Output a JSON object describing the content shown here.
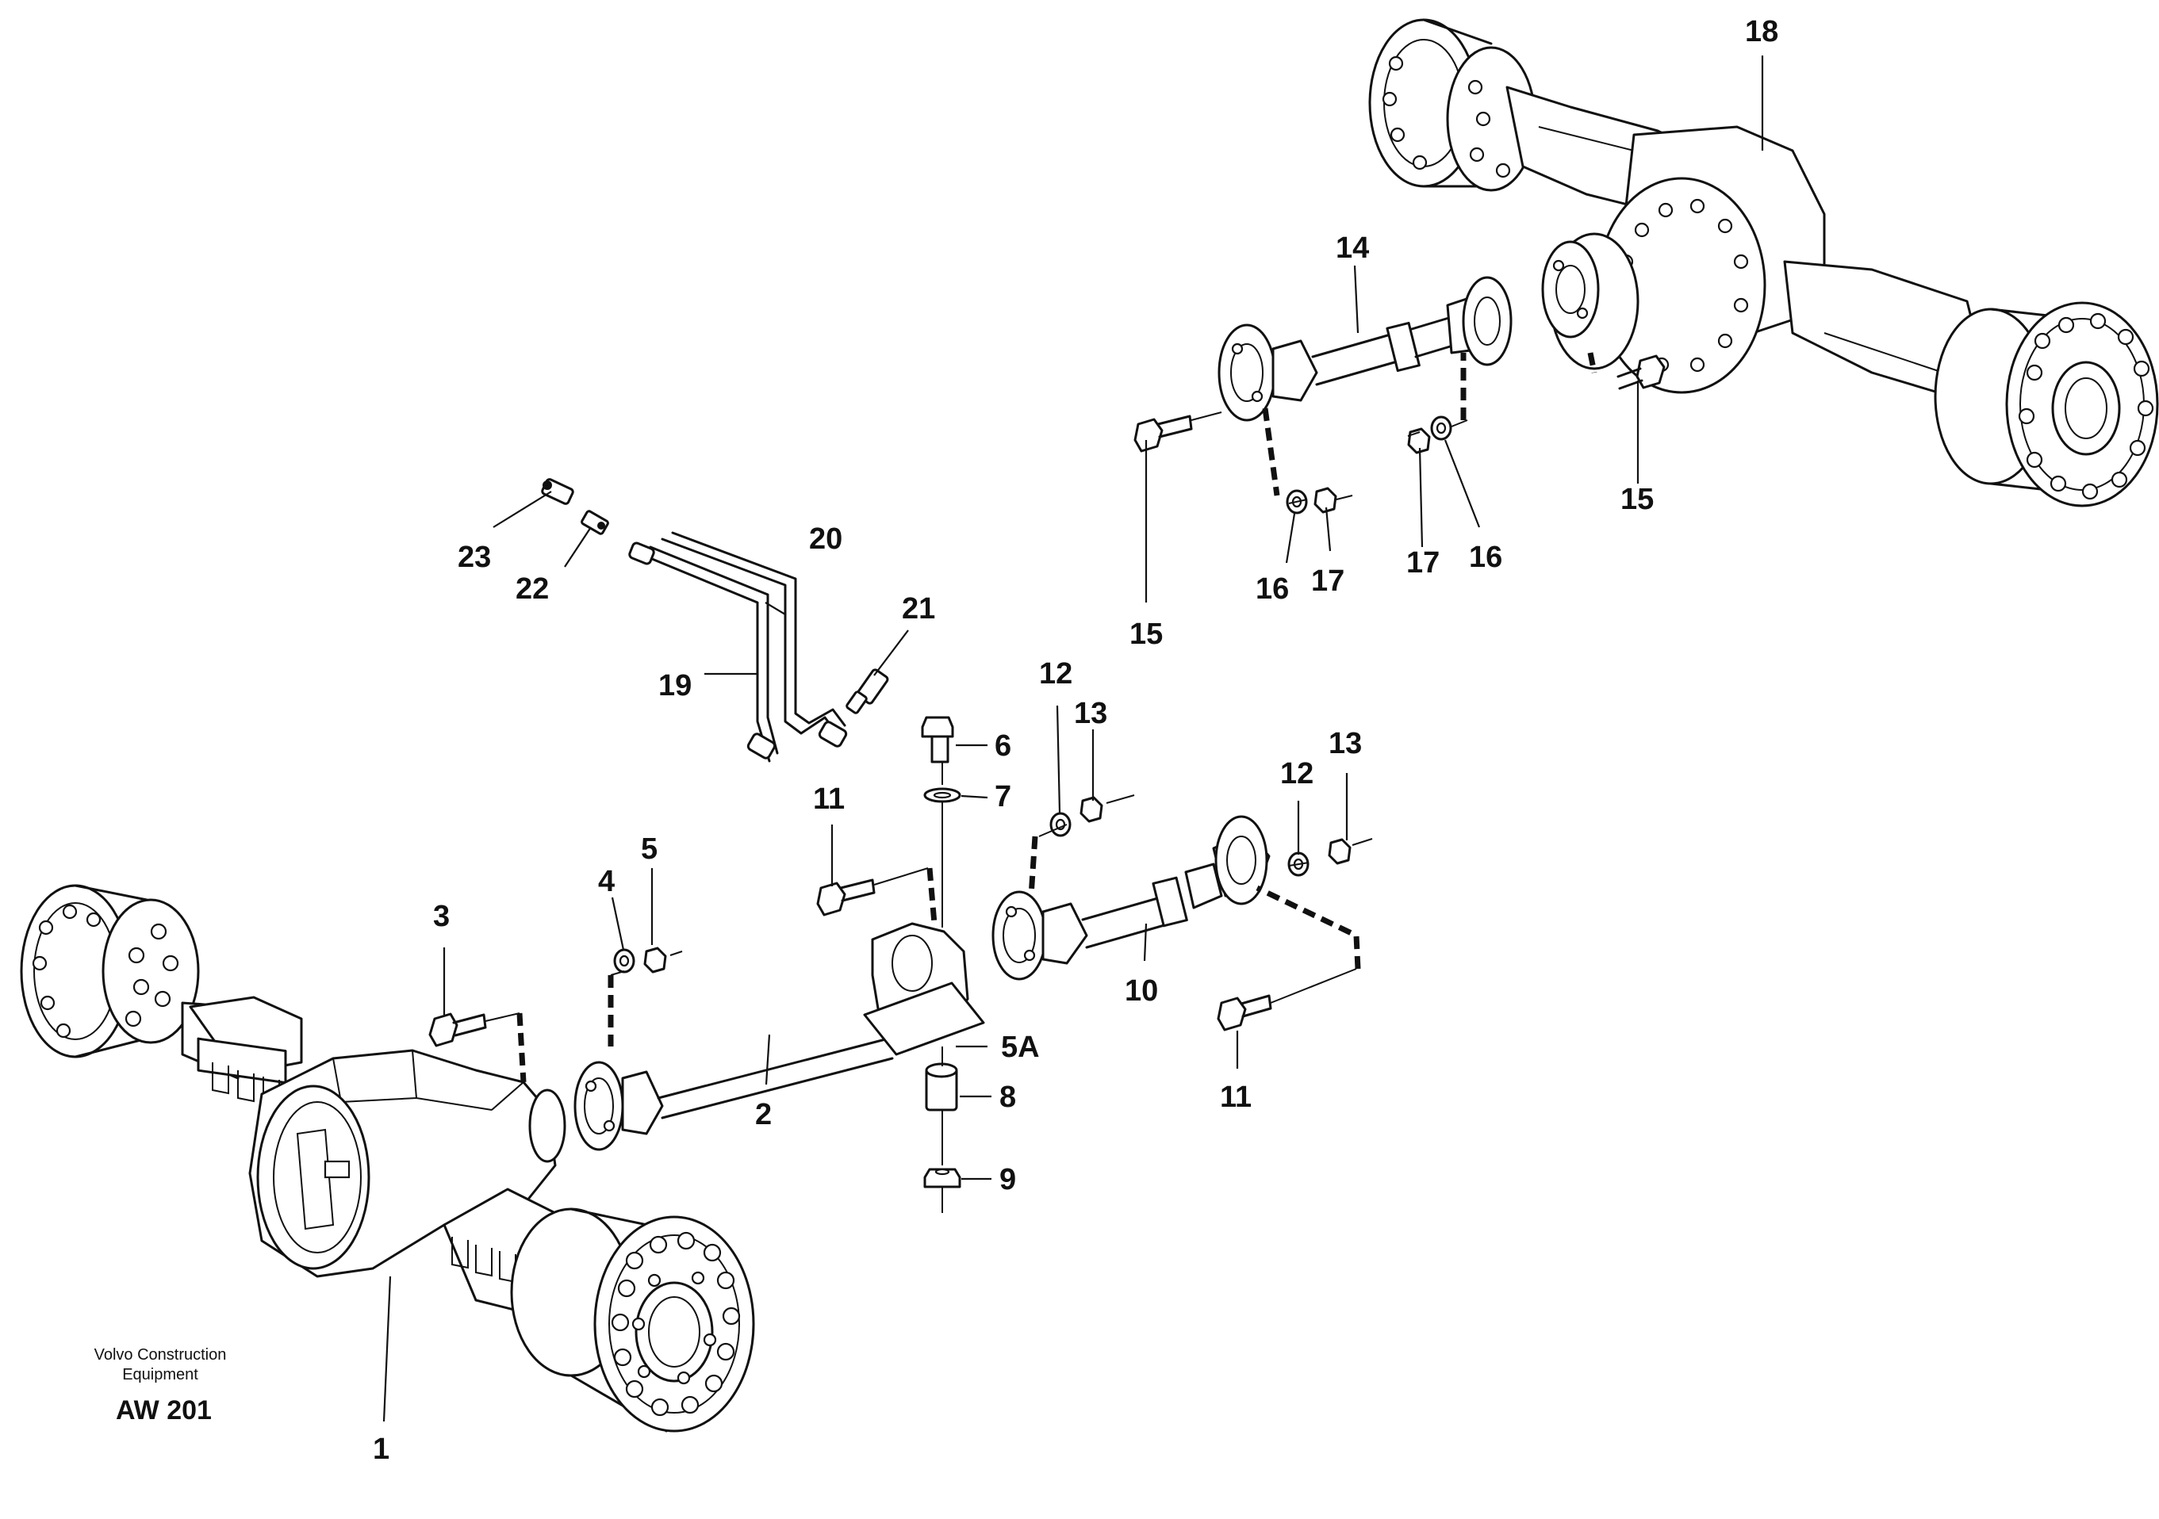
{
  "callouts": {
    "c1": "1",
    "c2": "2",
    "c3": "3",
    "c4": "4",
    "c5": "5",
    "c5a": "5A",
    "c6": "6",
    "c7": "7",
    "c8": "8",
    "c9": "9",
    "c10": "10",
    "c11a": "11",
    "c11b": "11",
    "c12a": "12",
    "c12b": "12",
    "c13a": "13",
    "c13b": "13",
    "c14": "14",
    "c15a": "15",
    "c15b": "15",
    "c16a": "16",
    "c16b": "16",
    "c17a": "17",
    "c17b": "17",
    "c18": "18",
    "c19": "19",
    "c20": "20",
    "c21": "21",
    "c22": "22",
    "c23": "23"
  },
  "footer": {
    "brand_line1": "Volvo Construction",
    "brand_line2": "Equipment",
    "drawing_code": "AW 201"
  }
}
